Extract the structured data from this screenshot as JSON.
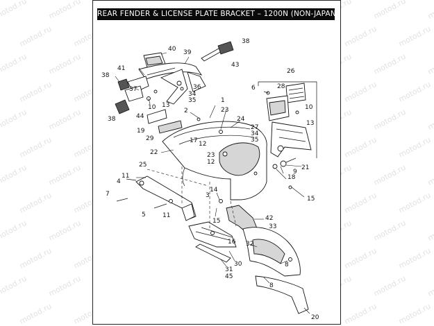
{
  "title": "REAR FENDER & LICENSE PLATE BRACKET – 1200N (NON-JAPAN)",
  "watermark": "motod.ru",
  "callouts": [
    "40",
    "39",
    "38",
    "43",
    "41",
    "38",
    "37",
    "36",
    "34",
    "35",
    "10",
    "13",
    "44",
    "38",
    "19",
    "29",
    "2",
    "1",
    "23",
    "24",
    "26",
    "6",
    "28",
    "10",
    "13",
    "27",
    "34",
    "35",
    "22",
    "17",
    "12",
    "23",
    "12",
    "25",
    "11",
    "4",
    "9",
    "21",
    "18",
    "7",
    "14",
    "3",
    "15",
    "5",
    "11",
    "15",
    "42",
    "33",
    "16",
    "32",
    "30",
    "8",
    "31",
    "45",
    "8",
    "20"
  ]
}
